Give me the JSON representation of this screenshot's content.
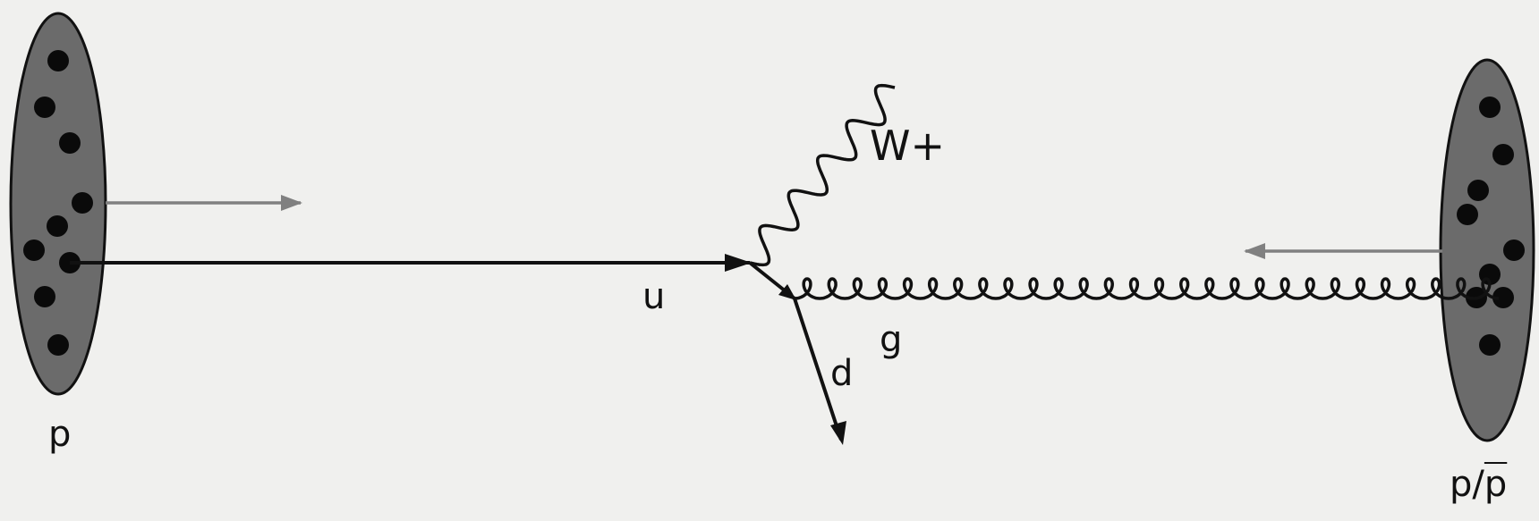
{
  "diagram": {
    "labels": {
      "u": "u",
      "w_boson": "W+",
      "g": "g",
      "d": "d",
      "left_particle": "p",
      "right_particle_prefix": "p/",
      "right_particle_bar": "p"
    },
    "left_hadron": {
      "partons": 9
    },
    "right_hadron": {
      "partons": 9
    },
    "colors": {
      "background": "#f0f0ee",
      "hadron_fill": "#6b6b6b",
      "parton": "#0a0a0a",
      "line": "#111111",
      "motion_arrow": "#808080"
    }
  }
}
